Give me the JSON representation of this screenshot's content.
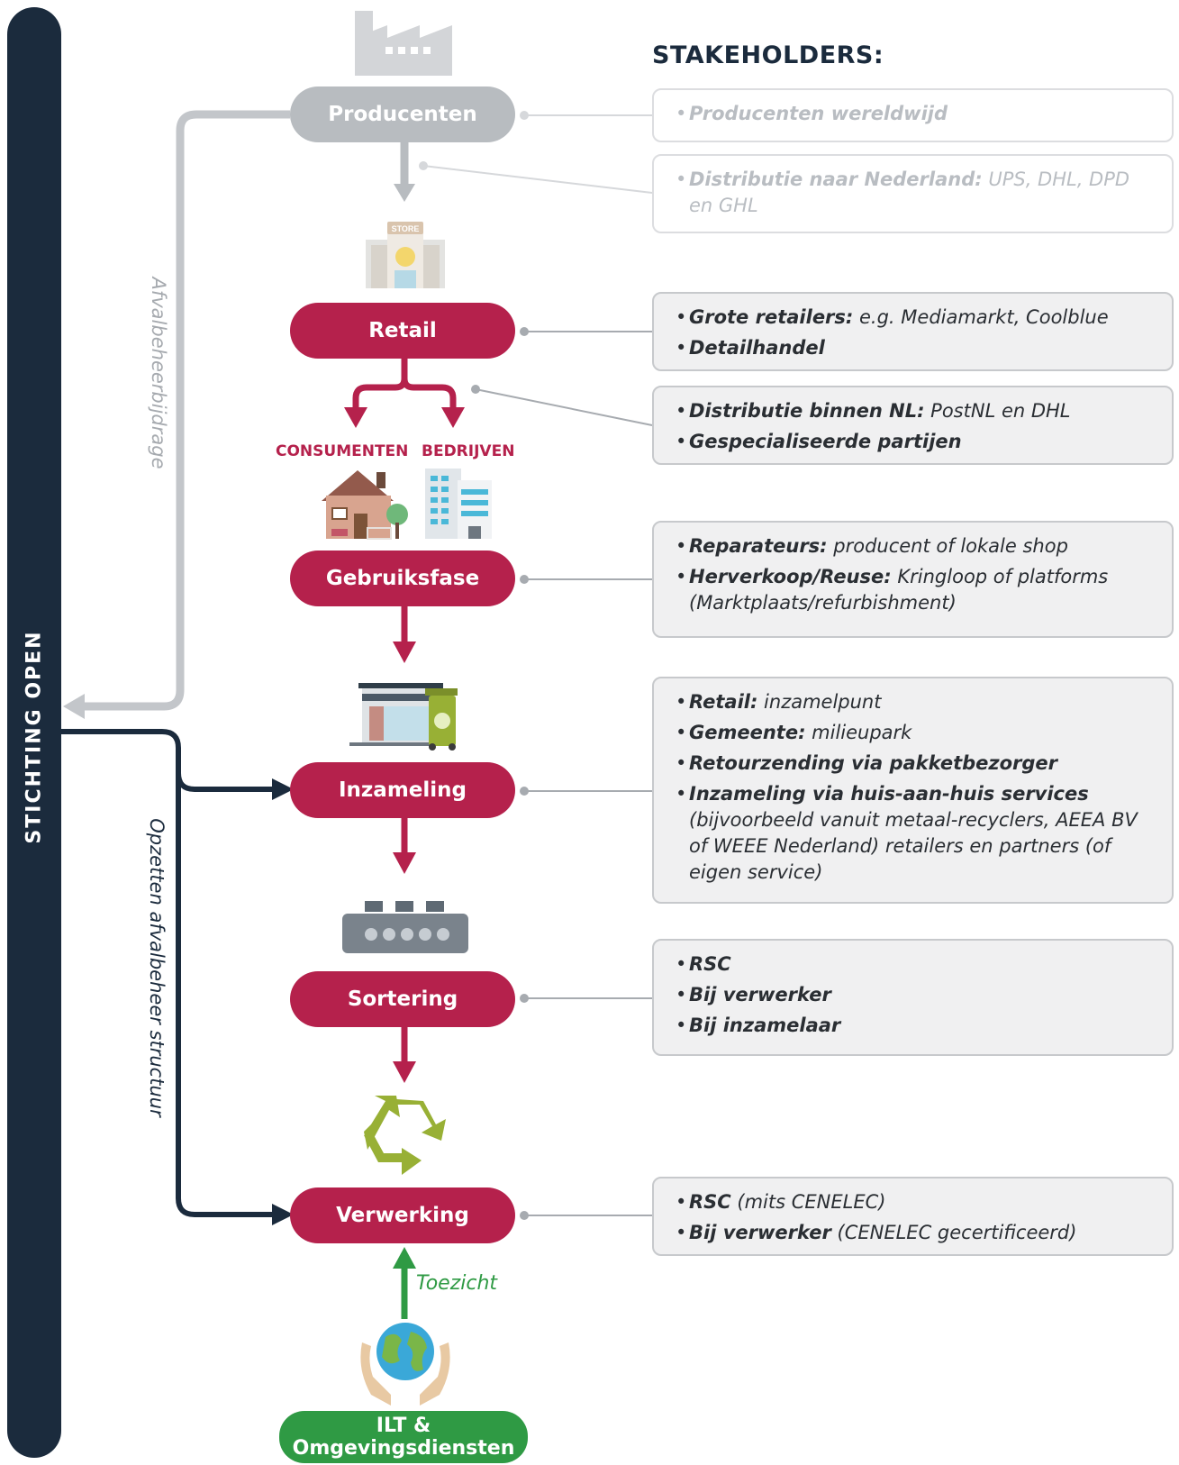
{
  "sidebar": {
    "label": "STICHTING OPEN"
  },
  "feedback_label": "Afvalbeheerbijdrage",
  "setup_label": "Opzetten afvalbeheer structuur",
  "stages": {
    "producenten": "Producenten",
    "retail": "Retail",
    "gebruiksfase": "Gebruiksfase",
    "inzameling": "Inzameling",
    "sortering": "Sortering",
    "verwerking": "Verwerking",
    "ilt_line1": "ILT &",
    "ilt_line2": "Omgevingsdiensten"
  },
  "branches": {
    "consumenten": "CONSUMENTEN",
    "bedrijven": "BEDRIJVEN"
  },
  "icons": {
    "store_sign": "STORE",
    "list": [
      "factory-icon",
      "store-icon",
      "house-icon",
      "office-building-icon",
      "collection-shop-icon",
      "recycle-bin-icon",
      "sorting-machine-icon",
      "recycle-icon",
      "globe-hands-icon"
    ]
  },
  "supervision_label": "Toezicht",
  "stakeholders": {
    "title": "STAKEHOLDERS:",
    "producenten": [
      {
        "bold": "Producenten wereldwijd",
        "text": ""
      }
    ],
    "distributie_nl": [
      {
        "bold": "Distributie naar Nederland:",
        "text": " UPS, DHL, DPD en GHL"
      }
    ],
    "retail": [
      {
        "bold": "Grote retailers:",
        "text": " e.g. Mediamarkt, Coolblue"
      },
      {
        "bold": "Detailhandel",
        "text": ""
      }
    ],
    "distributie_binnen": [
      {
        "bold": "Distributie binnen NL:",
        "text": " PostNL en DHL"
      },
      {
        "bold": "Gespecialiseerde partijen",
        "text": ""
      }
    ],
    "gebruiksfase": [
      {
        "bold": "Reparateurs:",
        "text": " producent of lokale shop"
      },
      {
        "bold": "Herverkoop/Reuse:",
        "text": " Kringloop of platforms (Marktplaats/refurbishment)"
      }
    ],
    "inzameling": [
      {
        "bold": "Retail:",
        "text": " inzamelpunt"
      },
      {
        "bold": "Gemeente:",
        "text": " milieupark"
      },
      {
        "bold": "Retourzending via pakketbezorger",
        "text": ""
      },
      {
        "bold": "Inzameling via huis-aan-huis services",
        "text": " (bijvoorbeeld vanuit metaal-recyclers, AEEA BV of WEEE Nederland) retailers en partners (of eigen service)"
      }
    ],
    "sortering": [
      {
        "bold": "RSC",
        "text": ""
      },
      {
        "bold": "Bij verwerker",
        "text": ""
      },
      {
        "bold": "Bij inzamelaar",
        "text": ""
      }
    ],
    "verwerking": [
      {
        "bold": "RSC",
        "text": " (mits CENELEC)"
      },
      {
        "bold": "Bij verwerker",
        "text": " (CENELEC gecertificeerd)"
      }
    ]
  },
  "colors": {
    "navy": "#1b2b3d",
    "crimson": "#b5214c",
    "grey": "#b8bcc0",
    "green": "#2f9a44",
    "box_bg": "#f0f0f1"
  }
}
